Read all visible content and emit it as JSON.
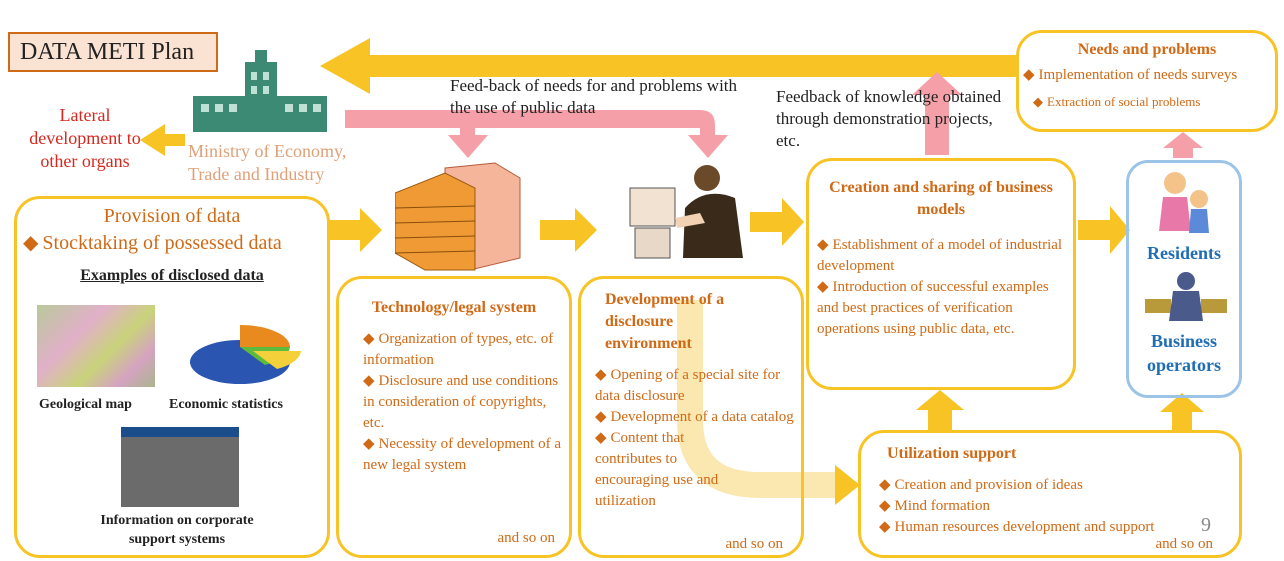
{
  "title": "DATA METI Plan",
  "lateral": "Lateral development to other organs",
  "ministry": "Ministry of Economy, Trade and Industry",
  "feedback_needs": "Feed-back of needs for and problems with the use of public data",
  "feedback_knowledge": "Feedback of knowledge obtained through demonstration projects, etc.",
  "needs": {
    "title": "Needs and problems",
    "items": [
      "Implementation of needs surveys",
      "Extraction of social problems"
    ]
  },
  "provision": {
    "title": "Provision of data",
    "stocktaking": "Stocktaking of possessed data",
    "examples_heading": "Examples of disclosed data",
    "geo": "Geological map",
    "econ": "Economic statistics",
    "corp": "Information on corporate support systems"
  },
  "tech": {
    "title": "Technology/legal system",
    "items": [
      "Organization of types, etc. of information",
      "Disclosure and use conditions in consideration of copyrights, etc.",
      "Necessity of development of a new legal system"
    ],
    "more": "and so on"
  },
  "dev": {
    "title": "Development of a disclosure environment",
    "items": [
      "Opening of a special site for data disclosure",
      "Development of a data catalog",
      "Content that contributes to encouraging use and utilization"
    ],
    "more": "and so on"
  },
  "creation": {
    "title": "Creation and sharing of business models",
    "items": [
      "Establishment of a model of industrial development",
      "Introduction of successful examples and best practices of verification operations using public data, etc."
    ]
  },
  "util": {
    "title": "Utilization support",
    "items": [
      "Creation and provision of ideas",
      "Mind formation",
      "Human resources development and support"
    ],
    "more": "and so on",
    "page": "9"
  },
  "residents": "Residents",
  "operators": "Business operators",
  "colors": {
    "yellow": "#f7c325",
    "pink": "#f5a0a8",
    "orange": "#d06a16",
    "blue": "#1f6db4"
  }
}
